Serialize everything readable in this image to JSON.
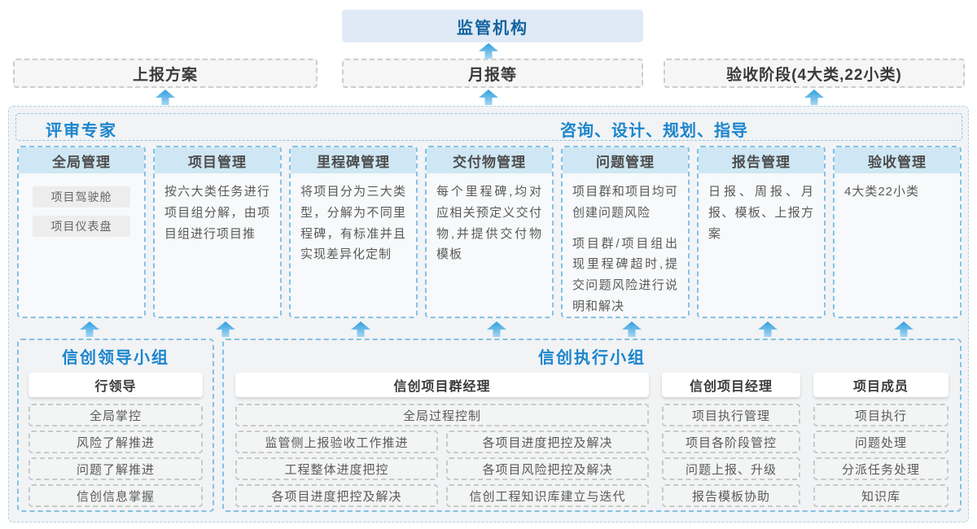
{
  "colors": {
    "accent_blue": "#1b85cd",
    "regulator_text": "#14649f",
    "column_header_bg": "#cfe7f4",
    "arrow_top": "#2f9fdf",
    "arrow_bottom": "#a5d6f1"
  },
  "top": {
    "regulator_label": "监管机构"
  },
  "stages": [
    {
      "label": "上报方案"
    },
    {
      "label": "月报等"
    },
    {
      "label": "验收阶段(4大类,22小类)"
    }
  ],
  "platform": {
    "expert_label": "评审专家",
    "consult_label": "咨询、设计、规划、指导",
    "columns": [
      {
        "title": "全局管理",
        "tags": [
          "项目驾驶舱",
          "项目仪表盘"
        ]
      },
      {
        "title": "项目管理",
        "paragraphs": [
          "按六大类任务进行项目组分解，由项目组进行项目推"
        ]
      },
      {
        "title": "里程碑管理",
        "paragraphs": [
          "将项目分为三大类型，分解为不同里程碑，有标准并且实现差异化定制"
        ]
      },
      {
        "title": "交付物管理",
        "paragraphs": [
          "每个里程碑,均对应相关预定义交付物,并提供交付物模板"
        ]
      },
      {
        "title": "问题管理",
        "paragraphs": [
          "项目群和项目均可创建问题风险",
          "项目群/项目组出现里程碑超时,提交问题风险进行说明和解决"
        ]
      },
      {
        "title": "报告管理",
        "paragraphs": [
          "日报、周报、月报、模板、上报方案"
        ]
      },
      {
        "title": "验收管理",
        "paragraphs": [
          "4大类22小类"
        ]
      }
    ]
  },
  "groups": {
    "leader": {
      "title": "信创领导小组",
      "role": "行领导",
      "items": [
        "全局掌控",
        "风险了解推进",
        "问题了解推进",
        "信创信息掌握"
      ]
    },
    "exec": {
      "title": "信创执行小组",
      "pm_group": {
        "role": "信创项目群经理",
        "full_item": "全局过程控制",
        "left_items": [
          "监管侧上报验收工作推进",
          "工程整体进度把控",
          "各项目进度把控及解决"
        ],
        "right_items": [
          "各项目进度把控及解决",
          "各项目风险把控及解决",
          "信创工程知识库建立与迭代"
        ]
      },
      "pm": {
        "role": "信创项目经理",
        "items": [
          "项目执行管理",
          "项目各阶段管控",
          "问题上报、升级",
          "报告模板协助"
        ]
      },
      "member": {
        "role": "项目成员",
        "items": [
          "项目执行",
          "问题处理",
          "分派任务处理",
          "知识库"
        ]
      }
    }
  }
}
